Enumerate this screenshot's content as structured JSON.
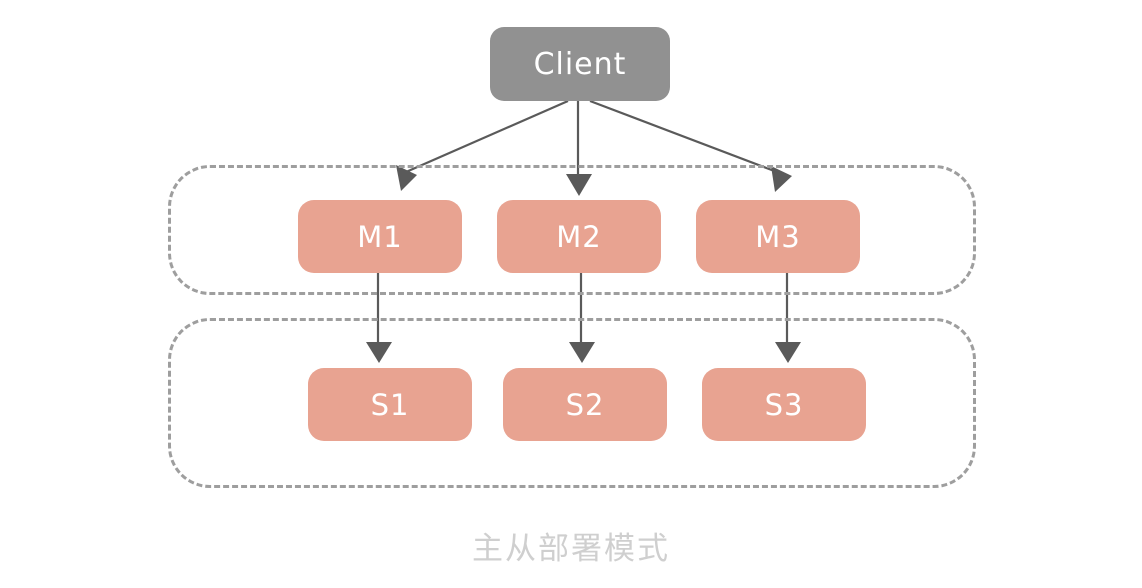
{
  "diagram": {
    "caption": "主从部署模式",
    "client": {
      "label": "Client",
      "color": "#919191",
      "text_color": "#ffffff"
    },
    "groups": [
      {
        "name": "master-group",
        "border_color": "#9e9e9e",
        "border_style": "dashed",
        "nodes": [
          {
            "label": "M1",
            "color": "#e8a391"
          },
          {
            "label": "M2",
            "color": "#e8a391"
          },
          {
            "label": "M3",
            "color": "#e8a391"
          }
        ]
      },
      {
        "name": "slave-group",
        "border_color": "#9e9e9e",
        "border_style": "dashed",
        "nodes": [
          {
            "label": "S1",
            "color": "#e8a391"
          },
          {
            "label": "S2",
            "color": "#e8a391"
          },
          {
            "label": "S3",
            "color": "#e8a391"
          }
        ]
      }
    ],
    "connections": [
      {
        "from": "Client",
        "to": "M1",
        "arrow": "triangle",
        "color": "#4f4f4f"
      },
      {
        "from": "Client",
        "to": "M2",
        "arrow": "triangle",
        "color": "#4f4f4f"
      },
      {
        "from": "Client",
        "to": "M3",
        "arrow": "triangle",
        "color": "#4f4f4f"
      },
      {
        "from": "M1",
        "to": "S1",
        "arrow": "triangle",
        "color": "#4f4f4f"
      },
      {
        "from": "M2",
        "to": "S2",
        "arrow": "triangle",
        "color": "#4f4f4f"
      },
      {
        "from": "M3",
        "to": "S3",
        "arrow": "triangle",
        "color": "#4f4f4f"
      }
    ]
  }
}
